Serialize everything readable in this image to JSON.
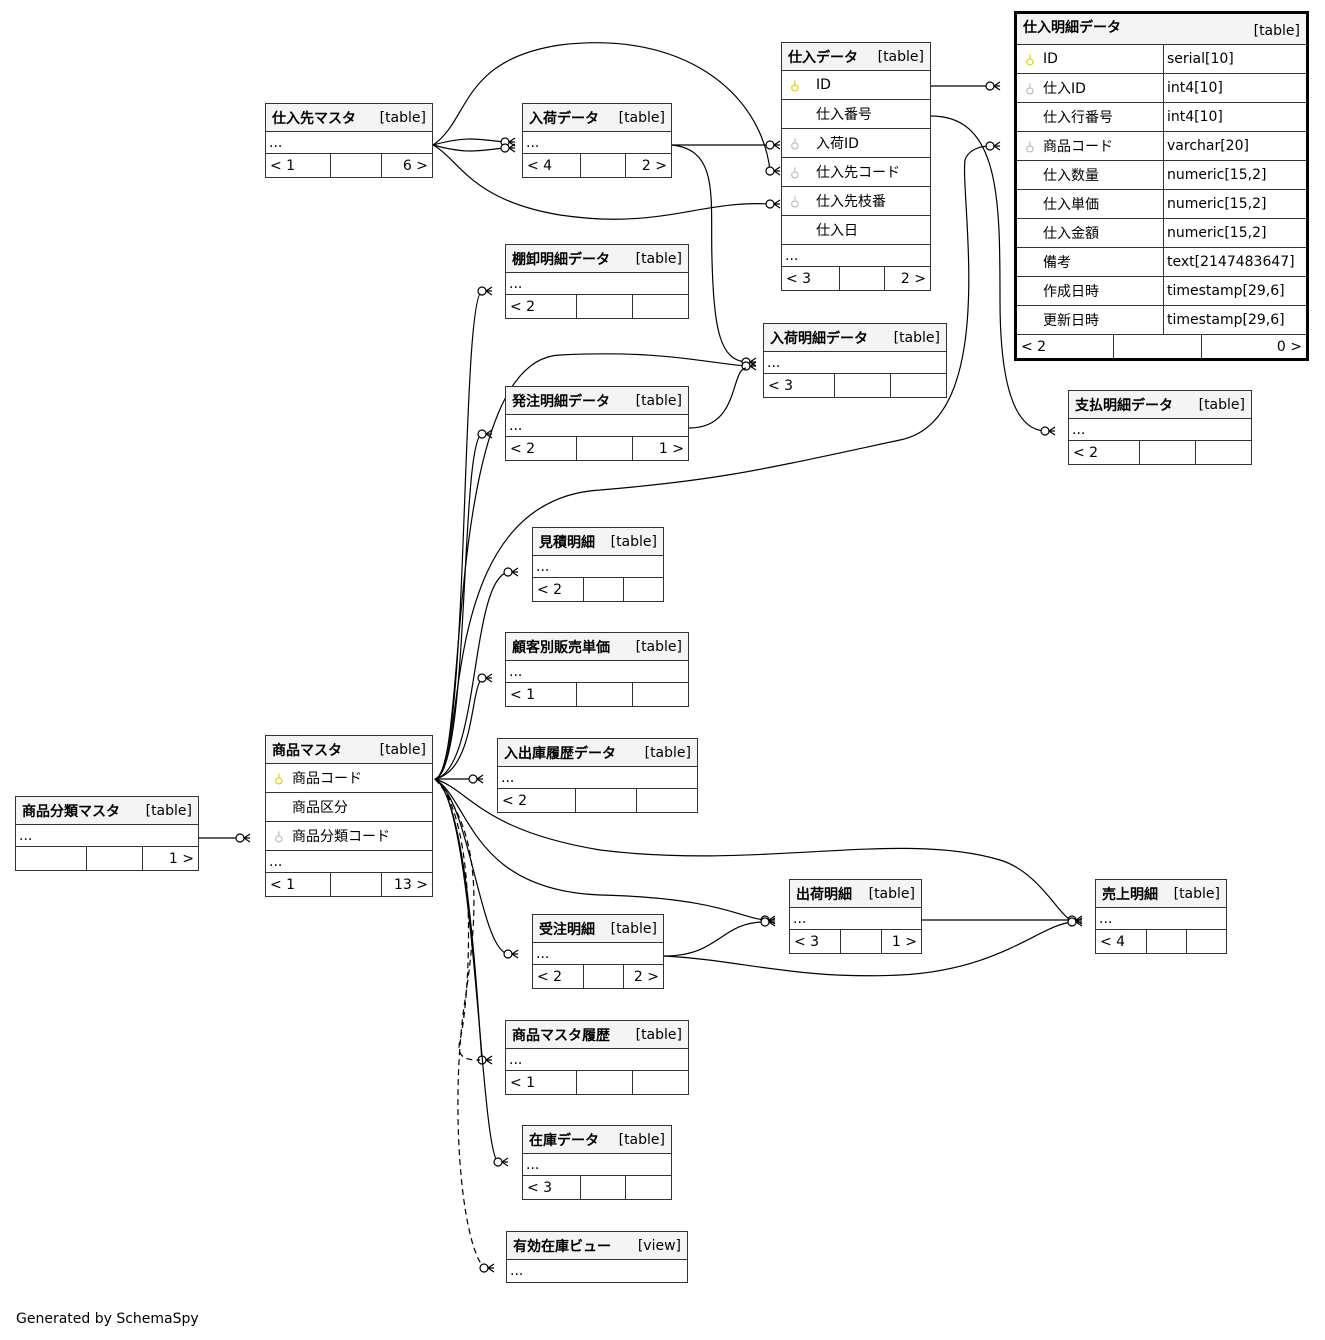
{
  "footer": "Generated by SchemaSpy",
  "colors": {
    "pk_key": "#e6d000",
    "fk_key": "#bbbbbb",
    "border": "#333333",
    "header_bg": "#f4f4f4"
  },
  "tables": {
    "shiire_meisai": {
      "name": "仕入明細データ",
      "type": "[table]",
      "columns": [
        {
          "key": "pk",
          "name": "ID",
          "datatype": "serial[10]"
        },
        {
          "key": "fk",
          "name": "仕入ID",
          "datatype": "int4[10]"
        },
        {
          "key": "none",
          "name": "仕入行番号",
          "datatype": "int4[10]"
        },
        {
          "key": "fk",
          "name": "商品コード",
          "datatype": "varchar[20]"
        },
        {
          "key": "none",
          "name": "仕入数量",
          "datatype": "numeric[15,2]"
        },
        {
          "key": "none",
          "name": "仕入単価",
          "datatype": "numeric[15,2]"
        },
        {
          "key": "none",
          "name": "仕入金額",
          "datatype": "numeric[15,2]"
        },
        {
          "key": "none",
          "name": "備考",
          "datatype": "text[2147483647]"
        },
        {
          "key": "none",
          "name": "作成日時",
          "datatype": "timestamp[29,6]"
        },
        {
          "key": "none",
          "name": "更新日時",
          "datatype": "timestamp[29,6]"
        }
      ],
      "footer": [
        "< 2",
        "",
        "0 >"
      ]
    },
    "shiire": {
      "name": "仕入データ",
      "type": "[table]",
      "columns": [
        {
          "key": "pk",
          "name": "ID"
        },
        {
          "key": "none",
          "name": "仕入番号"
        },
        {
          "key": "fk",
          "name": "入荷ID"
        },
        {
          "key": "fk",
          "name": "仕入先コード"
        },
        {
          "key": "fk",
          "name": "仕入先枝番"
        },
        {
          "key": "none",
          "name": "仕入日"
        }
      ],
      "ellipsis": "...",
      "footer": [
        "< 3",
        "",
        "2 >"
      ]
    },
    "shiiresaki": {
      "name": "仕入先マスタ",
      "type": "[table]",
      "ellipsis": "...",
      "footer": [
        "< 1",
        "",
        "6 >"
      ]
    },
    "nyuka": {
      "name": "入荷データ",
      "type": "[table]",
      "ellipsis": "...",
      "footer": [
        "< 4",
        "",
        "2 >"
      ]
    },
    "tanaoroshi": {
      "name": "棚卸明細データ",
      "type": "[table]",
      "ellipsis": "...",
      "footer": [
        "< 2",
        "",
        ""
      ]
    },
    "nyuka_meisai": {
      "name": "入荷明細データ",
      "type": "[table]",
      "ellipsis": "...",
      "footer": [
        "< 3",
        "",
        ""
      ]
    },
    "hacchu": {
      "name": "発注明細データ",
      "type": "[table]",
      "ellipsis": "...",
      "footer": [
        "< 2",
        "",
        "1 >"
      ]
    },
    "shiharai": {
      "name": "支払明細データ",
      "type": "[table]",
      "ellipsis": "...",
      "footer": [
        "< 2",
        "",
        ""
      ]
    },
    "mitsumori": {
      "name": "見積明細",
      "type": "[table]",
      "ellipsis": "...",
      "footer": [
        "< 2",
        "",
        ""
      ]
    },
    "kokyaku": {
      "name": "顧客別販売単価",
      "type": "[table]",
      "ellipsis": "...",
      "footer": [
        "< 1",
        "",
        ""
      ]
    },
    "nyushukko": {
      "name": "入出庫履歴データ",
      "type": "[table]",
      "ellipsis": "...",
      "footer": [
        "< 2",
        "",
        ""
      ]
    },
    "shohin": {
      "name": "商品マスタ",
      "type": "[table]",
      "columns": [
        {
          "key": "pk",
          "name": "商品コード"
        },
        {
          "key": "none",
          "name": "商品区分"
        },
        {
          "key": "fk",
          "name": "商品分類コード"
        }
      ],
      "ellipsis": "...",
      "footer": [
        "< 1",
        "",
        "13 >"
      ]
    },
    "bunrui": {
      "name": "商品分類マスタ",
      "type": "[table]",
      "ellipsis": "...",
      "footer": [
        "",
        "",
        "1 >"
      ]
    },
    "shukka": {
      "name": "出荷明細",
      "type": "[table]",
      "ellipsis": "...",
      "footer": [
        "< 3",
        "",
        "1 >"
      ]
    },
    "uriage": {
      "name": "売上明細",
      "type": "[table]",
      "ellipsis": "...",
      "footer": [
        "< 4",
        "",
        ""
      ]
    },
    "juchu": {
      "name": "受注明細",
      "type": "[table]",
      "ellipsis": "...",
      "footer": [
        "< 2",
        "",
        "2 >"
      ]
    },
    "shohin_rireki": {
      "name": "商品マスタ履歴",
      "type": "[table]",
      "ellipsis": "...",
      "footer": [
        "< 1",
        "",
        ""
      ]
    },
    "zaiko": {
      "name": "在庫データ",
      "type": "[table]",
      "ellipsis": "...",
      "footer": [
        "< 3",
        "",
        ""
      ]
    },
    "yuko_zaiko": {
      "name": "有効在庫ビュー",
      "type": "[view]",
      "ellipsis": "..."
    }
  }
}
